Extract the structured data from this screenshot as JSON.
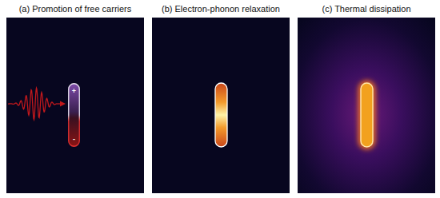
{
  "diagram": {
    "nodes": [
      {
        "text": [
          "(a) Promotion of free carriers"
        ]
      },
      {
        "text": [
          "+",
          "-"
        ],
        "in": 0
      },
      {
        "text": [
          "(b) Electron-phonon relaxation"
        ]
      },
      {
        "text": [
          "(c) Thermal dissipation"
        ]
      }
    ]
  }
}
